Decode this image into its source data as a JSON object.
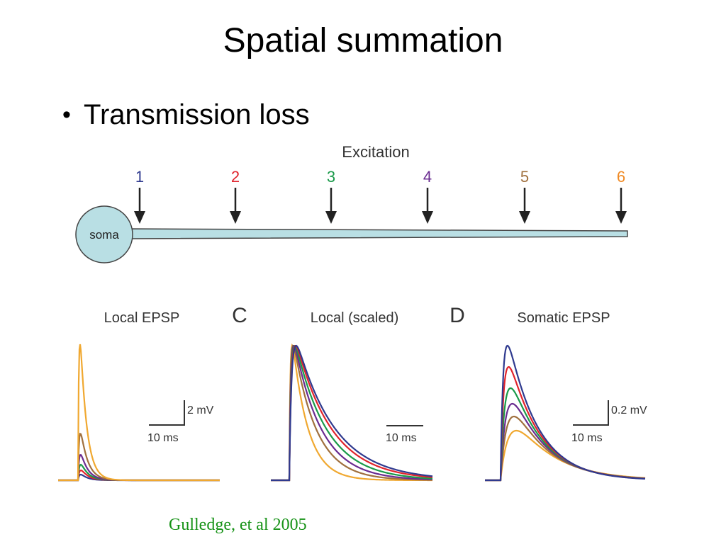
{
  "slide": {
    "title": "Spatial summation",
    "bullet": "Transmission loss",
    "citation": "Gulledge, et al 2005"
  },
  "diagram": {
    "excitation_label": "Excitation",
    "soma_label": "soma",
    "sites": [
      {
        "label": "1",
        "color": "#2f3a8f"
      },
      {
        "label": "2",
        "color": "#e0242c"
      },
      {
        "label": "3",
        "color": "#1a9a4a"
      },
      {
        "label": "4",
        "color": "#6a2c90"
      },
      {
        "label": "5",
        "color": "#a0703e"
      },
      {
        "label": "6",
        "color": "#f08a24"
      }
    ],
    "dendrite_color": "#b9dfe4",
    "soma_color": "#b9dfe4"
  },
  "panels": [
    {
      "title": "Local EPSP",
      "letter": "",
      "scalebar_y": "2 mV",
      "scalebar_x": "10 ms"
    },
    {
      "title": "Local (scaled)",
      "letter": "C",
      "scalebar_y": "",
      "scalebar_x": "10 ms"
    },
    {
      "title": "Somatic EPSP",
      "letter": "D",
      "scalebar_y": "0.2 mV",
      "scalebar_x": "10 ms"
    }
  ],
  "trace_colors": {
    "site1": "#2f3a8f",
    "site2": "#e0242c",
    "site3": "#1a9a4a",
    "site4": "#6a2c90",
    "site5": "#a0703e",
    "site6": "#f0a830"
  }
}
